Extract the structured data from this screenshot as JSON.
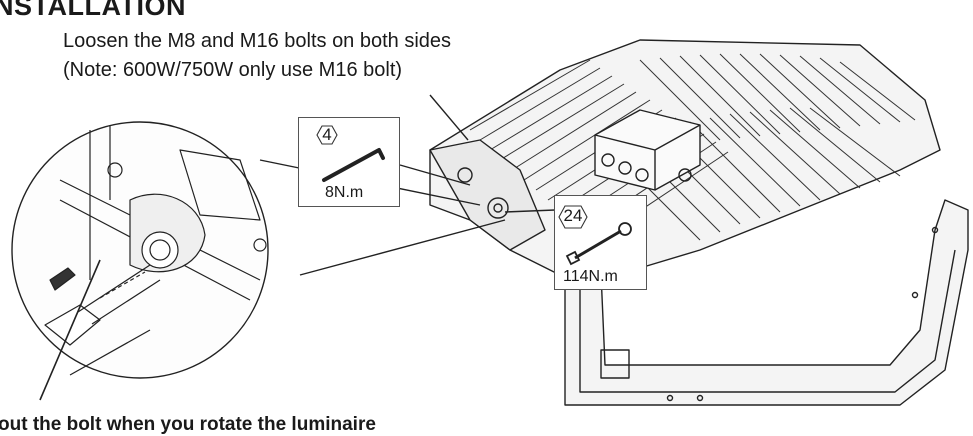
{
  "heading": "NSTALLATION",
  "instructions": {
    "line1": "Loosen the M8 and M16 bolts on both sides",
    "line2": "(Note: 600W/750W only use M16 bolt)"
  },
  "tools": [
    {
      "name": "hex-key",
      "size": "4",
      "torque": "8N.m"
    },
    {
      "name": "wrench",
      "size": "24",
      "torque": "114N.m"
    }
  ],
  "footer_note": "out the bolt when you rotate the luminaire"
}
